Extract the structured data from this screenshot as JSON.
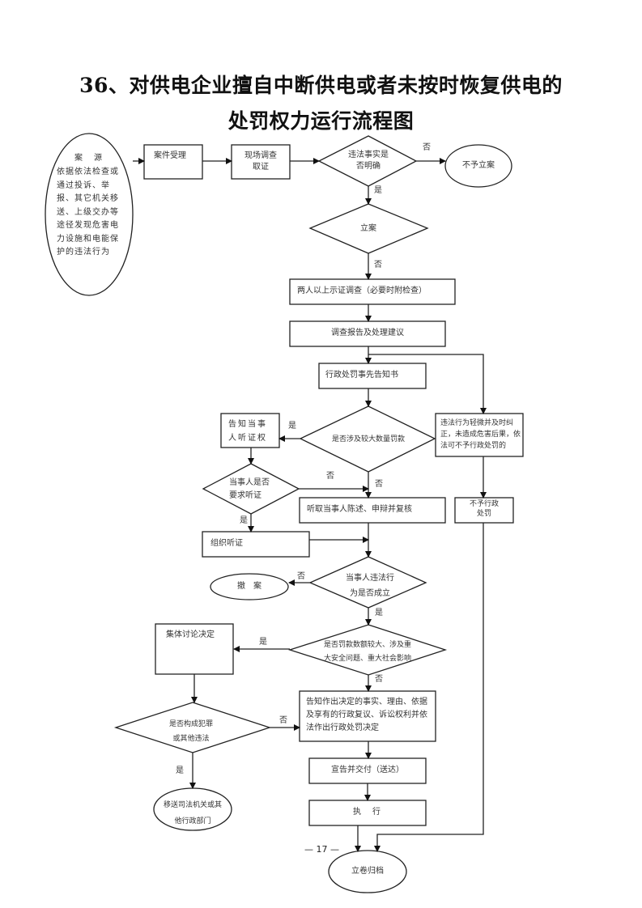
{
  "title": {
    "line1": "36、对供电企业擅自中断供电或者未按时恢复供电的",
    "line2": "处罚权力运行流程图"
  },
  "nodes": {
    "case_source_title": "案　源",
    "case_source_body": "依据依法检查或通过投诉、举报、其它机关移送、上级交办等途径发现危害电力设施和电能保护的违法行为",
    "case_accept": "案件受理",
    "site_investigation": "现场调查取证",
    "fact_clear_q": "违法事实是否明确",
    "no_case": "不予立案",
    "file_case": "立案",
    "two_person_investigation": "两人以上示证调查（必要时附检查）",
    "investigation_report": "调查报告及处理建议",
    "prior_notice": "行政处罚事先告知书",
    "large_fine_q": "是否涉及较大数量罚款",
    "minor_violation": "违法行为轻微并及时纠正，未造成危害后果，依法可不予行政处罚的",
    "notify_hearing_right": "告知当事人听证权",
    "request_hearing_q": "当事人是否要求听证",
    "hear_statement": "听取当事人陈述、申辩并复核",
    "no_penalty": "不予行政处罚",
    "organize_hearing": "组织听证",
    "violation_established_q": "当事人违法行为是否成立",
    "withdraw_case": "撤　案",
    "major_case_q": "是否罚款数额较大、涉及重大安全问题、重大社会影响",
    "collective_decision": "集体讨论决定",
    "crime_q": "是否构成犯罪或其他违法",
    "notify_decision": "告知作出决定的事实、理由、依据及享有的行政复议、诉讼权利并依法作出行政处罚决定",
    "announce_deliver": "宣告并交付（送达）",
    "execute": "执　行",
    "transfer_judicial": "移送司法机关或其他行政部门",
    "archive": "立卷归档"
  },
  "edge_labels": {
    "fact_no": "否",
    "fact_yes": "是",
    "file_no": "否",
    "fine_yes": "是",
    "fine_no": "否",
    "hearing_no": "否",
    "hearing_yes": "是",
    "established_no": "否",
    "established_yes": "是",
    "major_yes": "是",
    "major_no": "否",
    "crime_no": "否",
    "crime_yes": "是"
  },
  "page_number": "— 17 —"
}
